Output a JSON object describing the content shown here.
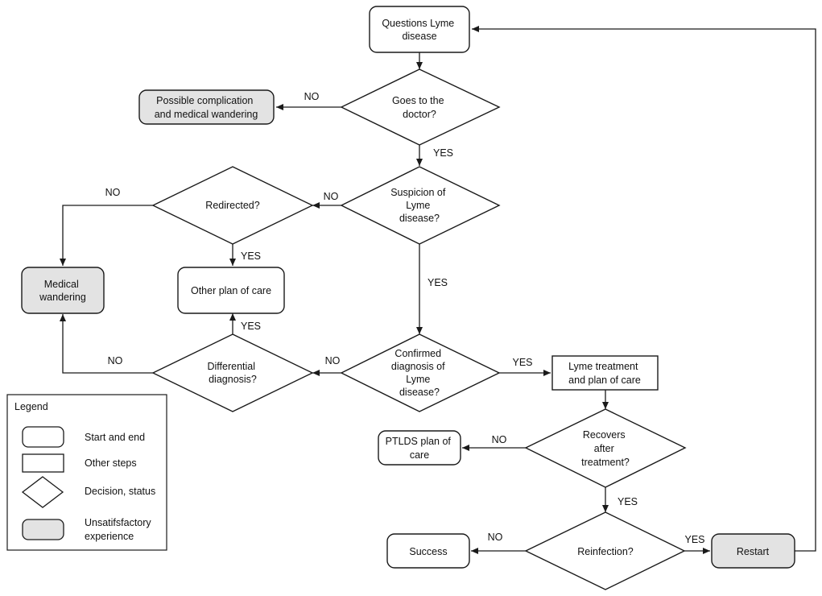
{
  "nodes": {
    "questions_lyme": [
      "Questions Lyme",
      "disease"
    ],
    "possible_complication": [
      "Possible complication",
      "and medical wandering"
    ],
    "goes_to_doctor": [
      "Goes to the",
      "doctor?"
    ],
    "redirected": [
      "Redirected?"
    ],
    "suspicion": [
      "Suspicion of",
      "Lyme",
      "disease?"
    ],
    "medical_wandering": [
      "Medical",
      "wandering"
    ],
    "other_plan_of_care": [
      "Other plan of care"
    ],
    "differential_diagnosis": [
      "Differential",
      "diagnosis?"
    ],
    "confirmed_diagnosis": [
      "Confirmed",
      "diagnosis of",
      "Lyme",
      "disease?"
    ],
    "lyme_treatment": [
      "Lyme treatment",
      "and plan of care"
    ],
    "recovers": [
      "Recovers",
      "after",
      "treatment?"
    ],
    "ptlds": [
      "PTLDS plan of",
      "care"
    ],
    "reinfection": [
      "Reinfection?"
    ],
    "success": [
      "Success"
    ],
    "restart": [
      "Restart"
    ]
  },
  "edge_labels": {
    "doctor_no": "NO",
    "doctor_yes": "YES",
    "suspicion_no": "NO",
    "redirected_no": "NO",
    "redirected_yes": "YES",
    "suspicion_yes": "YES",
    "differential_yes": "YES",
    "differential_no": "NO",
    "confirmed_no": "NO",
    "confirmed_yes": "YES",
    "recovers_no": "NO",
    "recovers_yes": "YES",
    "reinfection_no": "NO",
    "reinfection_yes": "YES"
  },
  "legend": {
    "title": "Legend",
    "start_end": "Start and end",
    "other_steps": "Other steps",
    "decision": "Decision, status",
    "unsatisfactory": [
      "Unsatifsfactory",
      "experience"
    ]
  },
  "colors": {
    "unsatisfactory_fill": "#e3e3e3",
    "default_fill": "#ffffff",
    "stroke": "#1a1a1a"
  }
}
